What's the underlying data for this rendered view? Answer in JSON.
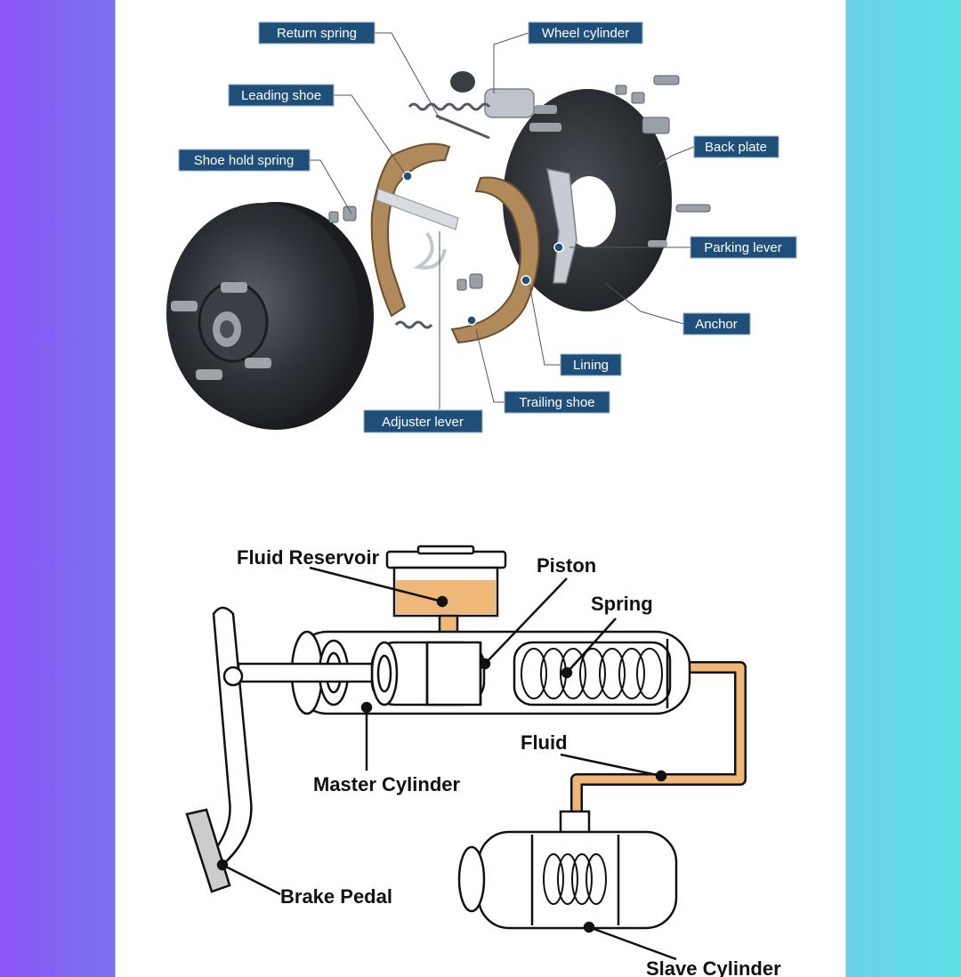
{
  "drum_brake": {
    "labels": {
      "return_spring": "Return spring",
      "wheel_cylinder": "Wheel cylinder",
      "leading_shoe": "Leading shoe",
      "back_plate": "Back plate",
      "shoe_hold_spring": "Shoe hold spring",
      "parking_lever": "Parking lever",
      "anchor": "Anchor",
      "lining": "Lining",
      "trailing_shoe": "Trailing shoe",
      "adjuster_lever": "Adjuster lever"
    }
  },
  "hydraulic_system": {
    "labels": {
      "fluid_reservoir": "Fluid Reservoir",
      "piston": "Piston",
      "spring": "Spring",
      "fluid": "Fluid",
      "master_cylinder": "Master Cylinder",
      "brake_pedal": "Brake Pedal",
      "slave_cylinder": "Slave Cylinder"
    }
  },
  "colors": {
    "label_bg": "#1f4f78",
    "fluid": "#f0b878",
    "shoe": "#b08a5a",
    "drum": "#2e3238"
  }
}
